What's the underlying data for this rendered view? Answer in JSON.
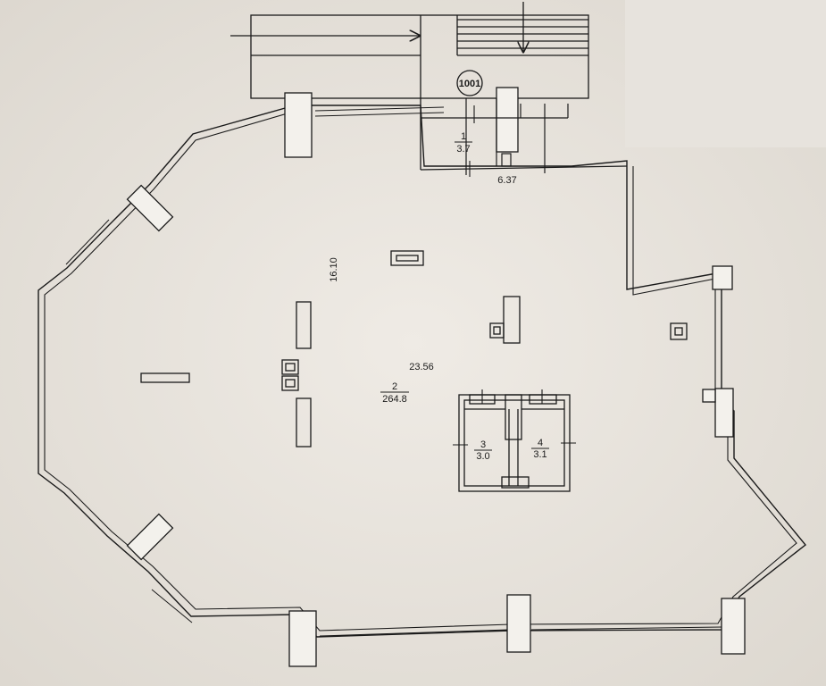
{
  "plan": {
    "unit_number": "1001",
    "rooms": [
      {
        "id": "room-1",
        "number": "1",
        "area": "3.7"
      },
      {
        "id": "room-2",
        "number": "2",
        "area": "264.8"
      },
      {
        "id": "room-3",
        "number": "3",
        "area": "3.0"
      },
      {
        "id": "room-4",
        "number": "4",
        "area": "3.1"
      }
    ],
    "dimensions": {
      "width_top": "6.37",
      "depth": "16.10",
      "span": "23.56"
    },
    "colors": {
      "paper": "#ebe7e1",
      "ink": "#1a1a1a",
      "wall_fill": "#f3f1ec"
    }
  }
}
